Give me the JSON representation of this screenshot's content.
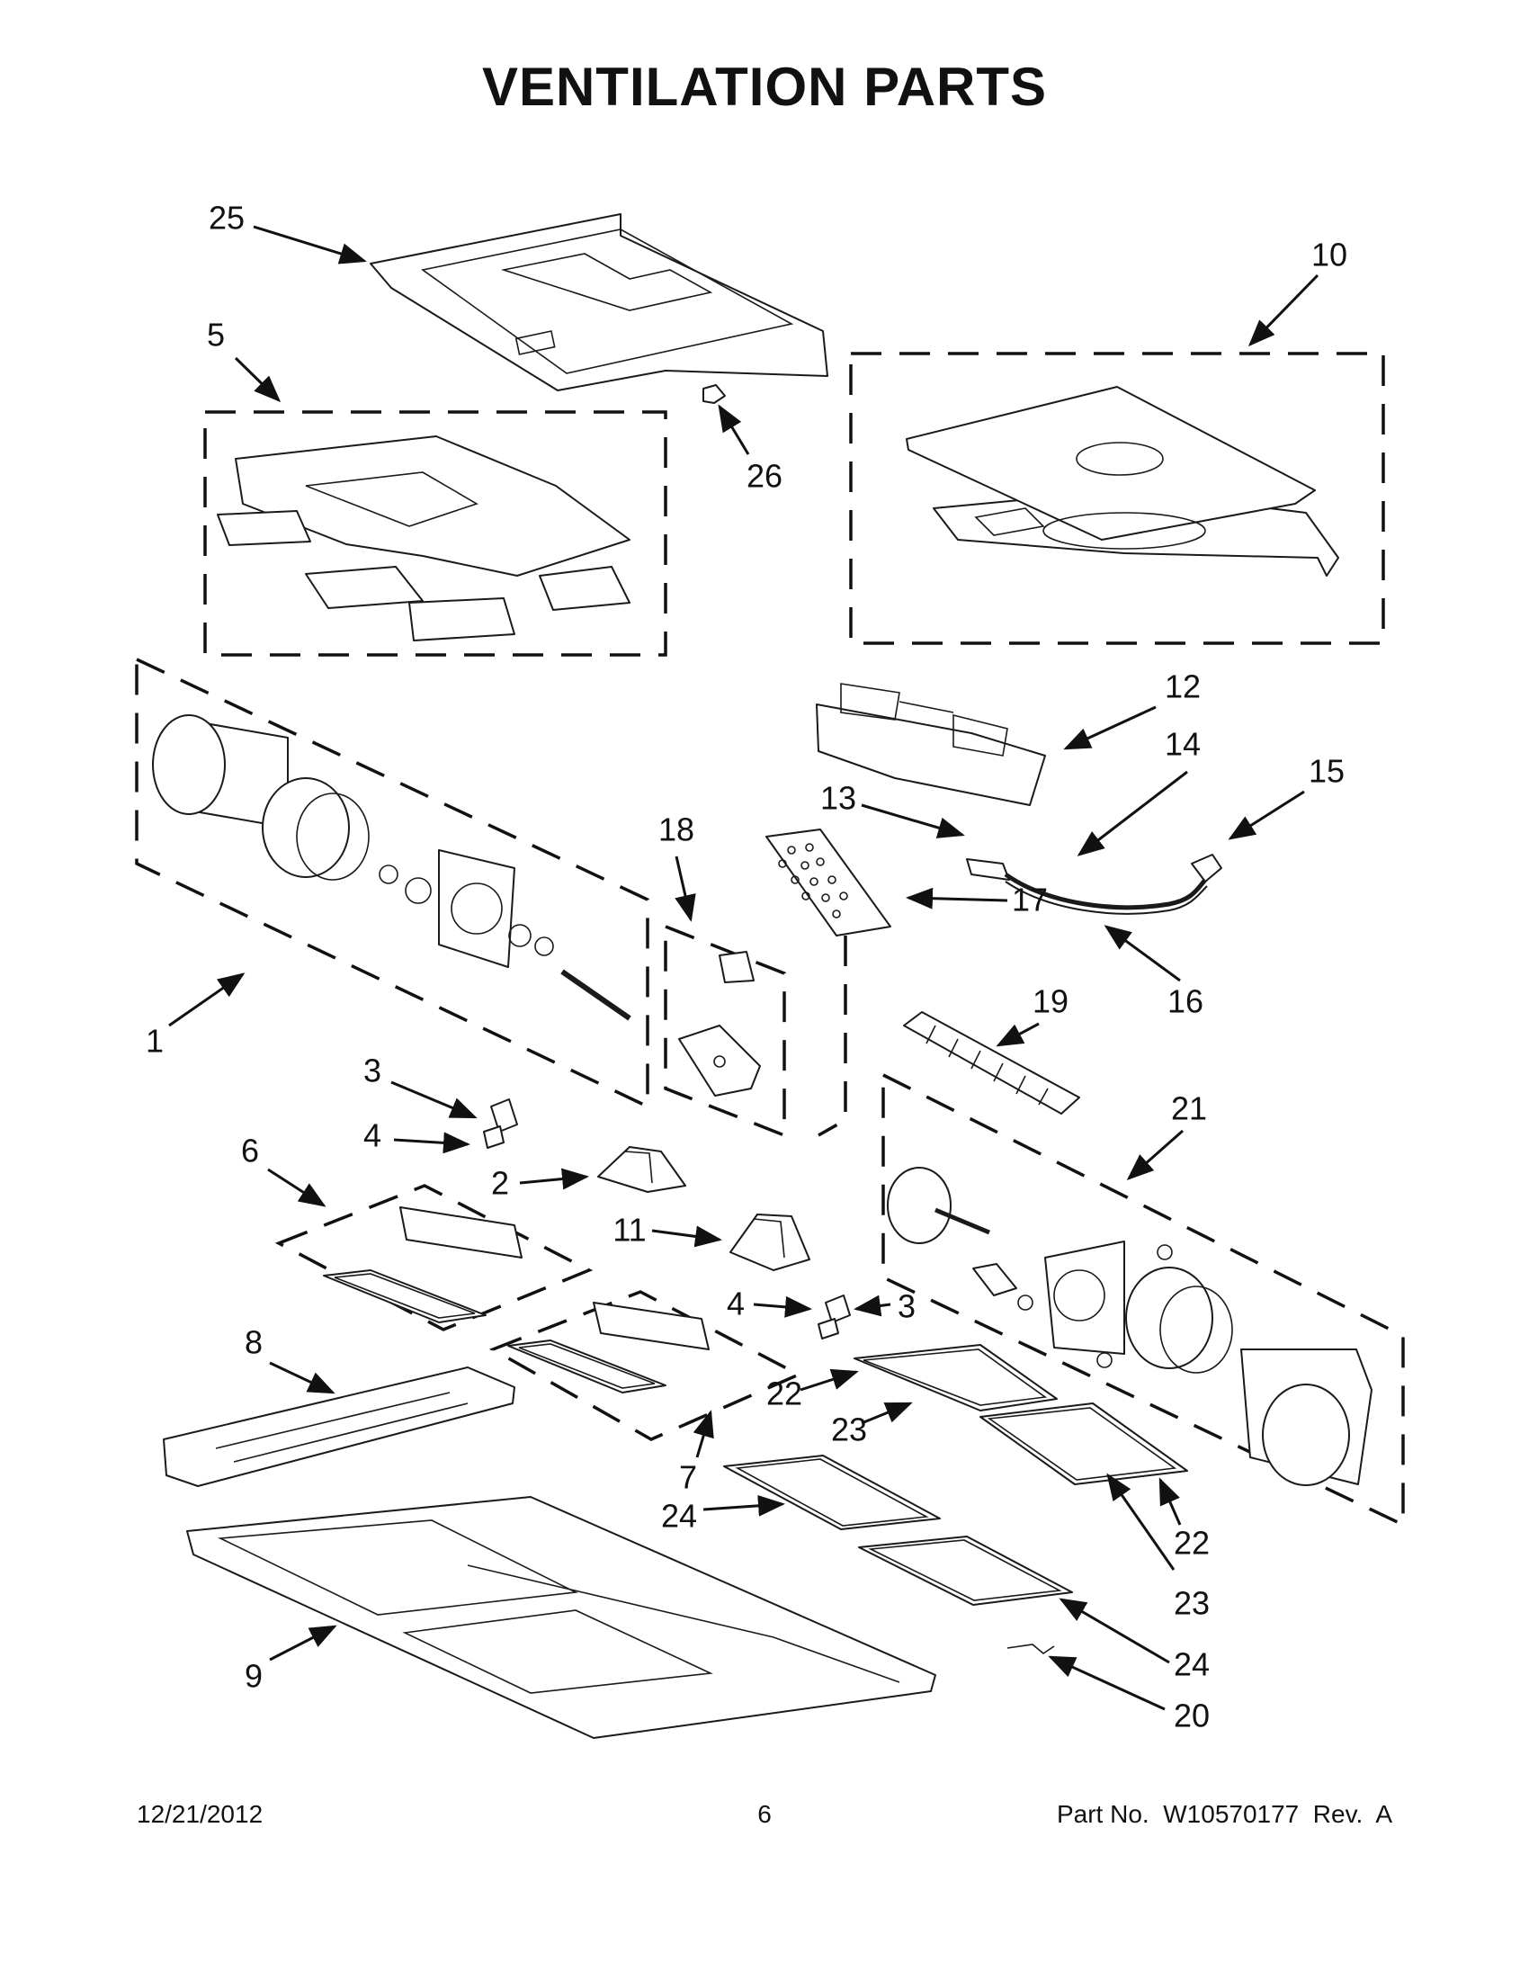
{
  "title": "VENTILATION PARTS",
  "callouts": [
    {
      "id": "1",
      "label": "1"
    },
    {
      "id": "2",
      "label": "2"
    },
    {
      "id": "3a",
      "label": "3"
    },
    {
      "id": "3b",
      "label": "3"
    },
    {
      "id": "4a",
      "label": "4"
    },
    {
      "id": "4b",
      "label": "4"
    },
    {
      "id": "5",
      "label": "5"
    },
    {
      "id": "6",
      "label": "6"
    },
    {
      "id": "7",
      "label": "7"
    },
    {
      "id": "8",
      "label": "8"
    },
    {
      "id": "9",
      "label": "9"
    },
    {
      "id": "10",
      "label": "10"
    },
    {
      "id": "11",
      "label": "11"
    },
    {
      "id": "12",
      "label": "12"
    },
    {
      "id": "13",
      "label": "13"
    },
    {
      "id": "14",
      "label": "14"
    },
    {
      "id": "15",
      "label": "15"
    },
    {
      "id": "16",
      "label": "16"
    },
    {
      "id": "17",
      "label": "17"
    },
    {
      "id": "18",
      "label": "18"
    },
    {
      "id": "19",
      "label": "19"
    },
    {
      "id": "20",
      "label": "20"
    },
    {
      "id": "21",
      "label": "21"
    },
    {
      "id": "22a",
      "label": "22"
    },
    {
      "id": "22b",
      "label": "22"
    },
    {
      "id": "23a",
      "label": "23"
    },
    {
      "id": "23b",
      "label": "23"
    },
    {
      "id": "24a",
      "label": "24"
    },
    {
      "id": "24b",
      "label": "24"
    },
    {
      "id": "25",
      "label": "25"
    },
    {
      "id": "26",
      "label": "26"
    }
  ],
  "footer": {
    "date": "12/21/2012",
    "page": "6",
    "part": "Part No.  W10570177  Rev.  A"
  }
}
